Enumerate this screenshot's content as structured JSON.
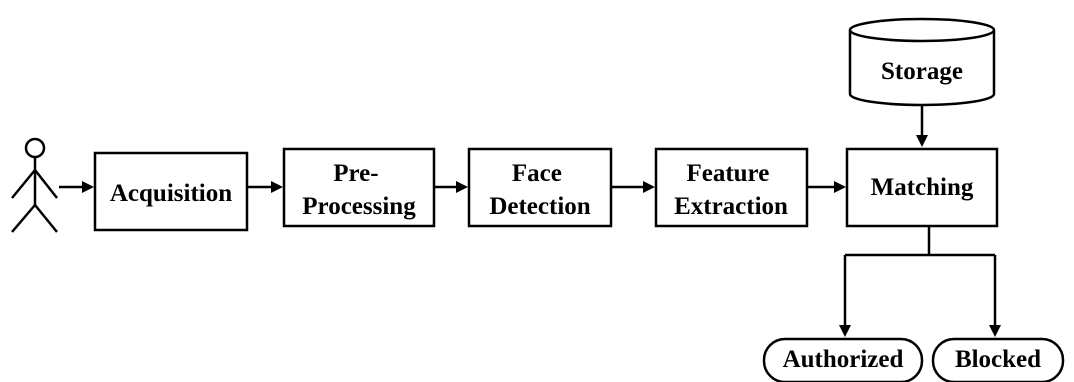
{
  "nodes": {
    "acquisition": {
      "lines": [
        "Acquisition"
      ]
    },
    "preprocessing": {
      "lines": [
        "Pre-",
        "Processing"
      ]
    },
    "face_detection": {
      "lines": [
        "Face",
        "Detection"
      ]
    },
    "feature_extraction": {
      "lines": [
        "Feature",
        "Extraction"
      ]
    },
    "matching": {
      "lines": [
        "Matching"
      ]
    },
    "storage": {
      "lines": [
        "Storage"
      ]
    },
    "authorized": {
      "lines": [
        "Authorized"
      ]
    },
    "blocked": {
      "lines": [
        "Blocked"
      ]
    }
  },
  "actor": {
    "icon": "stick-figure-icon"
  },
  "edges": [
    [
      "actor",
      "acquisition"
    ],
    [
      "acquisition",
      "preprocessing"
    ],
    [
      "preprocessing",
      "face_detection"
    ],
    [
      "face_detection",
      "feature_extraction"
    ],
    [
      "feature_extraction",
      "matching"
    ],
    [
      "storage",
      "matching"
    ],
    [
      "matching",
      "authorized"
    ],
    [
      "matching",
      "blocked"
    ]
  ]
}
